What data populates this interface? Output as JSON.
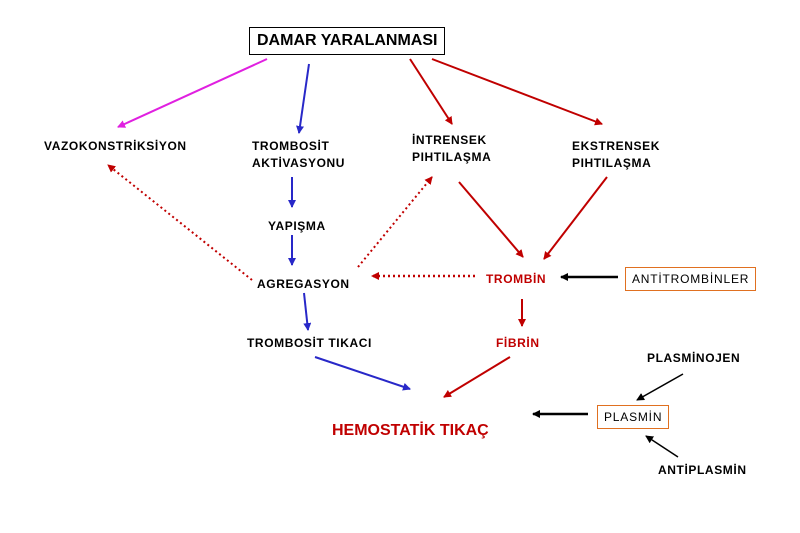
{
  "nodes": {
    "damar": "DAMAR YARALANMASI",
    "vazokonstriksiyon": "VAZOKONSTRİKSİYON",
    "trombosit_aktivasyonu_l1": "TROMBOSİT",
    "trombosit_aktivasyonu_l2": "AKTİVASYONU",
    "intrensek_l1": "İNTRENSEK",
    "intrensek_l2": "PIHTILAŞMA",
    "ekstrensek_l1": "EKSTRENSEK",
    "ekstrensek_l2": "PIHTILAŞMA",
    "yapisma": "YAPIŞMA",
    "agregasyon": "AGREGASYON",
    "trombin": "TROMBİN",
    "antitrombinler": "ANTİTROMBİNLER",
    "trombosit_tikaci": "TROMBOSİT TIKACI",
    "fibrin": "FİBRİN",
    "plasminojen": "PLASMİNOJEN",
    "plasmin": "PLASMİN",
    "hemostatik": "HEMOSTATİK TIKAÇ",
    "antiplasmin": "ANTİPLASMİN"
  },
  "colors": {
    "magenta": "#e020e0",
    "blue": "#2828c8",
    "red": "#c00000",
    "black": "#000000",
    "orange_border": "#e07020"
  }
}
